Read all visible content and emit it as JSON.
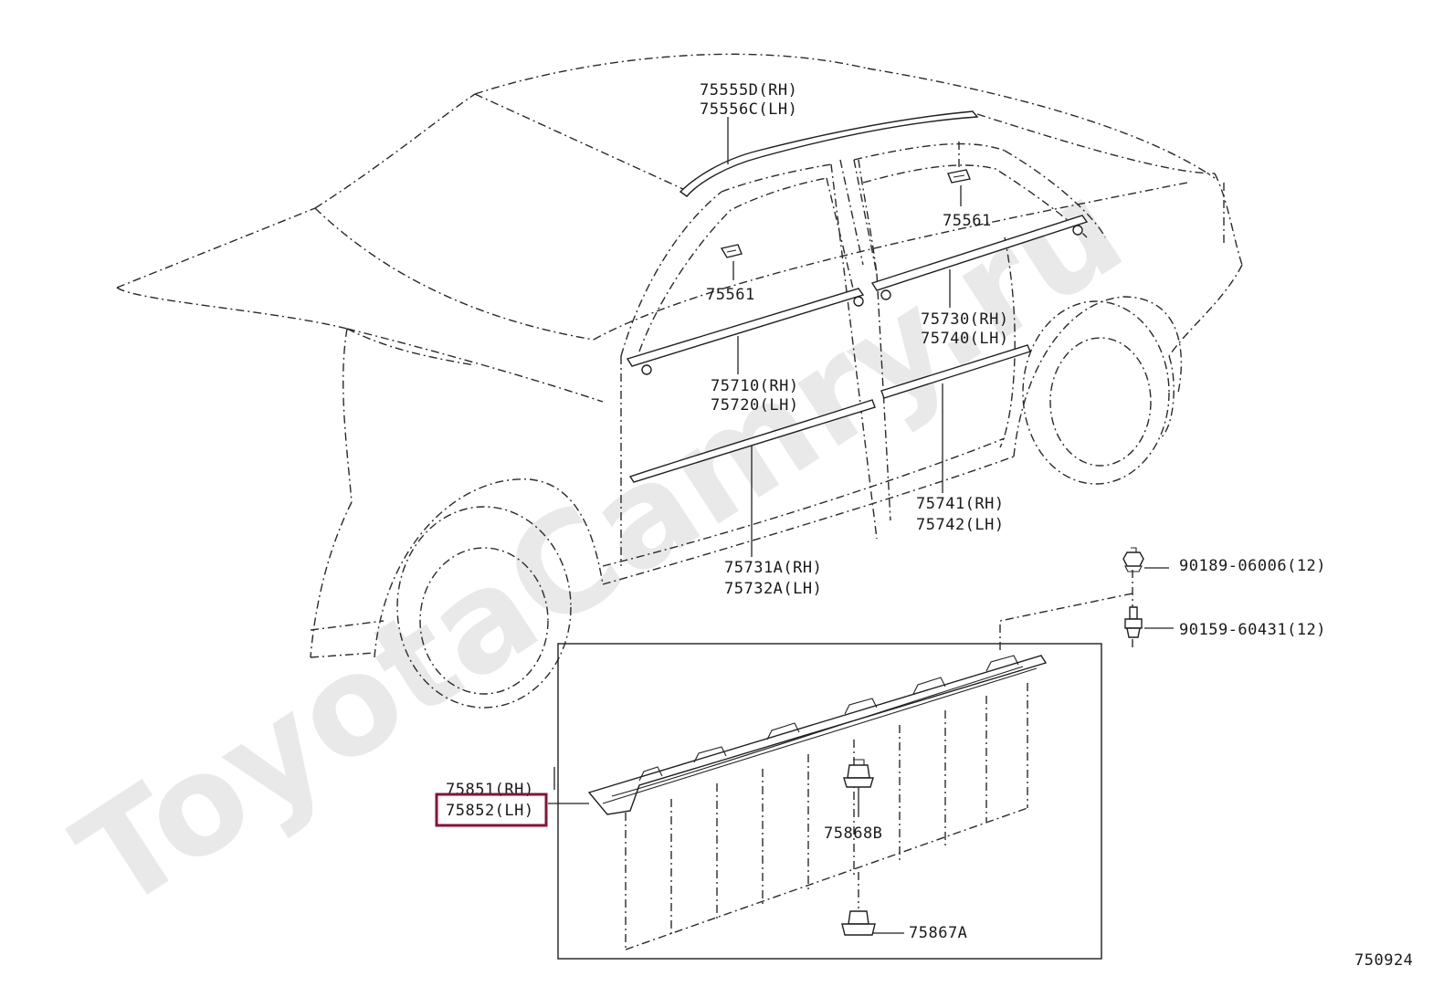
{
  "watermark": "ToyotaCamry.ru",
  "diagram_code": "750924",
  "highlight_color": "#8b0f3a",
  "labels": {
    "p75555": "75555D(RH)",
    "p75556": "75556C(LH)",
    "p75561_front": "75561",
    "p75561_rear": "75561",
    "p75730": "75730(RH)",
    "p75740": "75740(LH)",
    "p75710": "75710(RH)",
    "p75720": "75720(LH)",
    "p75741": "75741(RH)",
    "p75742": "75742(LH)",
    "p75731": "75731A(RH)",
    "p75732": "75732A(LH)",
    "p90189": "90189-06006(12)",
    "p90159": "90159-60431(12)",
    "p75851": "75851(RH)",
    "p75852": "75852(LH)",
    "p75868": "75868B",
    "p75867": "75867A"
  }
}
